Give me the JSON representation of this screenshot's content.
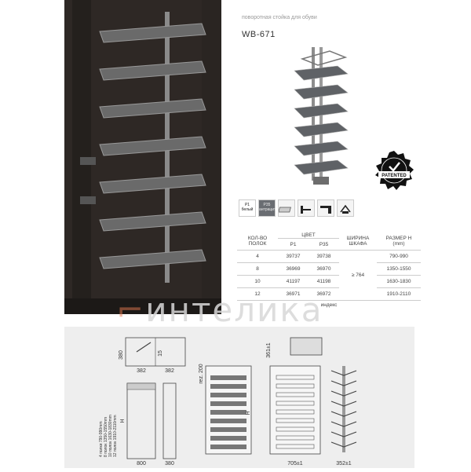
{
  "header": {
    "subtitle": "поворотная стойка для обуви",
    "model": "WB-671"
  },
  "swatches": [
    {
      "code": "P1",
      "name": "белый",
      "color": "#f4f4f4"
    },
    {
      "code": "P35",
      "name": "антрацит",
      "color": "#6a6d72"
    }
  ],
  "badge": {
    "label": "PATENTED"
  },
  "table": {
    "headers": {
      "shelves": "КОЛ-ВО ПОЛОК",
      "price": "ЦВЕТ",
      "p1": "P1",
      "p35": "P35",
      "width": "ШИРИНА ШКАФА",
      "size": "РАЗМЕР H",
      "unit": "(mm)"
    },
    "rows": [
      {
        "shelves": "4",
        "p1": "39737",
        "p35": "39738",
        "size": "790-990"
      },
      {
        "shelves": "8",
        "p1": "36969",
        "p35": "36970",
        "size": "1350-1550"
      },
      {
        "shelves": "10",
        "p1": "41197",
        "p35": "41198",
        "size": "1630-1830"
      },
      {
        "shelves": "12",
        "p1": "36971",
        "p35": "36972",
        "size": "1910-2110"
      }
    ],
    "width_value": "≥ 764",
    "footer": "индекс"
  },
  "watermark": "интелика",
  "drawing": {
    "top_depth": "380",
    "top_w1": "382",
    "top_w2": "382",
    "label_15": "15",
    "front_w": "800",
    "side_w": "380",
    "H": "H",
    "rez": "rez. 200",
    "bottom_w": "705±1",
    "side_depth": "352±1",
    "top_h": "361±1",
    "note_lines": [
      "4 полки   790-990mm",
      "8 полок   1350-1550mm",
      "10 полок  1630-1830mm",
      "12 полок  1910-2110mm"
    ]
  }
}
